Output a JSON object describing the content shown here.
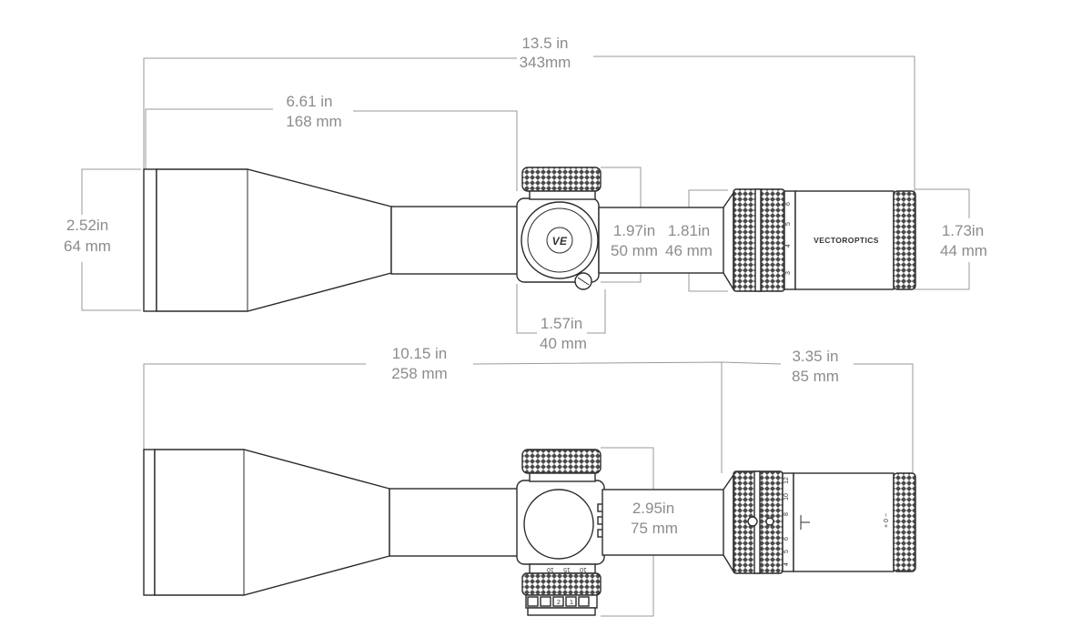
{
  "top_view": {
    "overall_length": {
      "in": "13.5 in",
      "mm": "343mm"
    },
    "objective_to_turret": {
      "in": "6.61 in",
      "mm": "168 mm"
    },
    "objective_diameter": {
      "in": "2.52in",
      "mm": "64 mm"
    },
    "turret_height": {
      "in": "1.97in",
      "mm": "50 mm"
    },
    "magnification_ring": {
      "in": "1.81in",
      "mm": "46 mm"
    },
    "eyepiece_diameter": {
      "in": "1.73in",
      "mm": "44 mm"
    },
    "turret_width": {
      "in": "1.57in",
      "mm": "40 mm"
    },
    "brand": "VECTOROPTICS",
    "mag_scale": [
      "6",
      "5",
      "4",
      "3"
    ]
  },
  "bottom_view": {
    "objective_to_ring": {
      "in": "10.15 in",
      "mm": "258 mm"
    },
    "eye_relief": {
      "in": "3.35 in",
      "mm": "85 mm"
    },
    "turret_span": {
      "in": "2.95in",
      "mm": "75 mm"
    },
    "mag_scale": [
      "12",
      "10",
      "8",
      "6",
      "5",
      "4"
    ],
    "turret_marks": [
      "10",
      "15",
      "10"
    ],
    "button_marks": [
      "2",
      "1"
    ]
  },
  "colors": {
    "line": "#2b2b2b",
    "dimension_line": "#9a9a9a",
    "dimension_text": "#8c8c8c"
  }
}
